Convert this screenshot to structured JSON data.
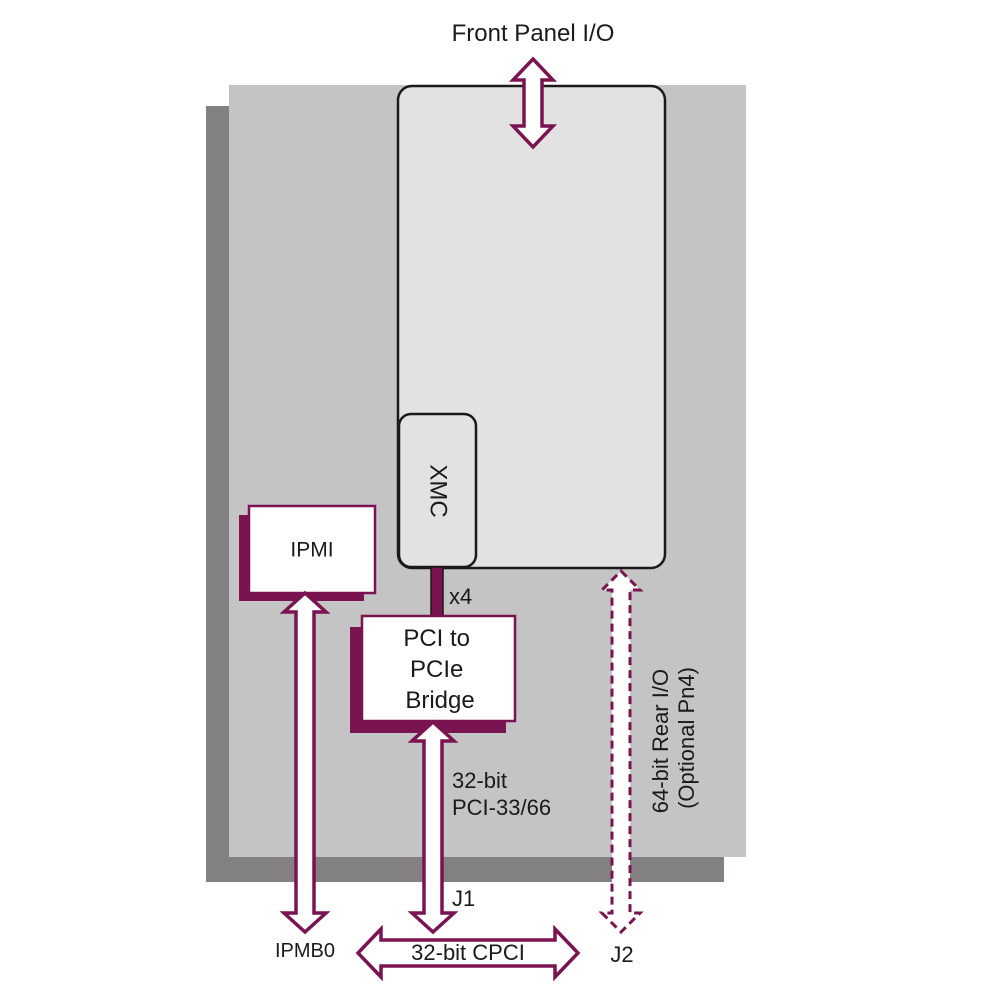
{
  "labels": {
    "front_panel": "Front Panel I/O",
    "xmc": "XMC",
    "ipmi": "IPMI",
    "x4": "x4",
    "bridge": [
      "PCI to",
      "PCIe",
      "Bridge"
    ],
    "pci_bus": [
      "32-bit",
      "PCI-33/66"
    ],
    "rear_io": [
      "64-bit Rear I/O",
      "(Optional Pn4)"
    ],
    "j1": "J1",
    "j2": "J2",
    "ipmb0": "IPMB0",
    "cpci": "32-bit CPCI"
  },
  "colors": {
    "accent": "#7a1450",
    "board": "#c4c4c4",
    "board_shadow": "#828080",
    "module": "#e2e2e2",
    "box_fill": "#ffffff",
    "outline": "#1a1a1a"
  }
}
